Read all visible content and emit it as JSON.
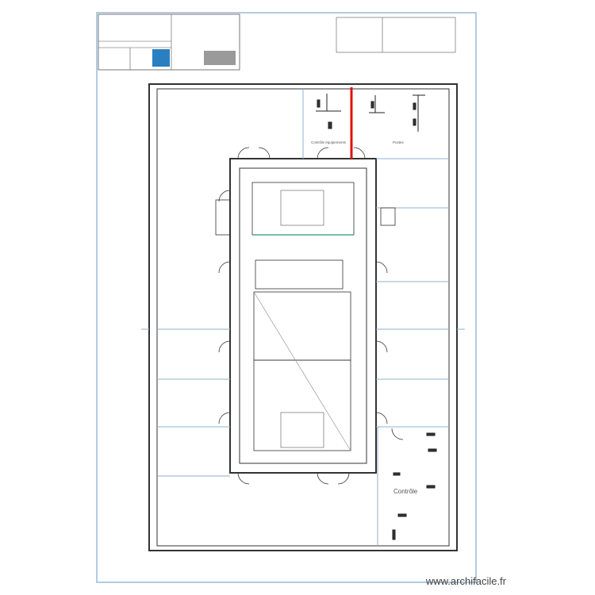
{
  "rooms": {
    "controle_equipements": "Contrôle équipements",
    "postes": "Postes",
    "controle": "Contrôle"
  },
  "watermark": "www.archifacile.fr",
  "colors": {
    "frame": "#9ab8d8",
    "wall": "#333333",
    "highlight": "#e01010",
    "logo": "#2a7fc0",
    "greybox": "#9a9a9a",
    "partition": "#8fb0d0",
    "green": "#2a9a6a"
  }
}
